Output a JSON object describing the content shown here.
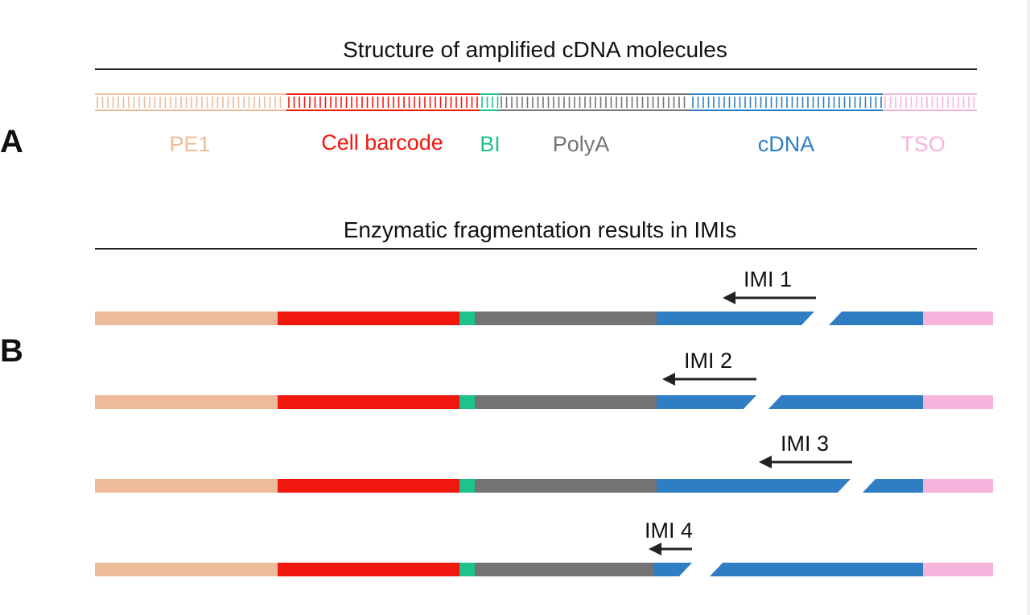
{
  "colors": {
    "pe1": "#EDBB9A",
    "barcode": "#F0180F",
    "bi": "#1DC38B",
    "polya": "#737373",
    "cdna": "#2F7EC3",
    "tso": "#F6B4DD",
    "text": "#111111",
    "rule": "#222222"
  },
  "panel_a": {
    "label": "A",
    "title": "Structure of amplified cDNA molecules",
    "segments": [
      {
        "key": "pe1",
        "name": "PE1",
        "color": "#EDBB9A"
      },
      {
        "key": "barcode",
        "name": "Cell barcode",
        "color": "#F0180F"
      },
      {
        "key": "bi",
        "name": "BI",
        "color": "#1DC38B"
      },
      {
        "key": "polya",
        "name": "PolyA",
        "color": "#737373"
      },
      {
        "key": "cdna",
        "name": "cDNA",
        "color": "#2F7EC3"
      },
      {
        "key": "tso",
        "name": "TSO",
        "color": "#F6B4DD"
      }
    ]
  },
  "panel_b": {
    "label": "B",
    "title": "Enzymatic fragmentation results in IMIs",
    "fragments": [
      {
        "label": "IMI 1"
      },
      {
        "label": "IMI 2"
      },
      {
        "label": "IMI 3"
      },
      {
        "label": "IMI 4"
      }
    ]
  }
}
